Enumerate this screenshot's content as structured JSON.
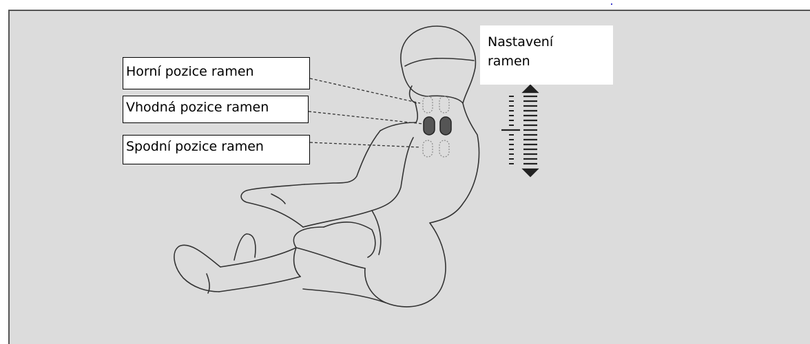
{
  "labels": {
    "upper_position": "Horní pozice ramen",
    "suitable_position": "Vhodná pozice ramen",
    "lower_position": "Spodní pozice ramen"
  },
  "adjustment": {
    "title_line1": "Nastavení",
    "title_line2": "ramen"
  },
  "colors": {
    "background": "#dcdcdc",
    "line": "#333333",
    "active_roller": "#555555"
  }
}
